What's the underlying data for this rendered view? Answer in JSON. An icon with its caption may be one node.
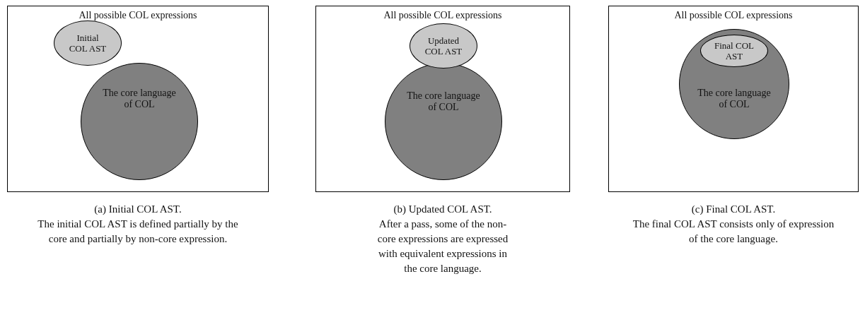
{
  "diagram": {
    "nodes": [
      {
        "text": [
          "All possible COL expressions"
        ],
        "beside": [
          "(a) Initial COL AST.",
          "The initial COL AST is defined partially by the core and partially by non-core expression."
        ]
      },
      {
        "text": [
          "The core language of COL"
        ],
        "in": 0
      },
      {
        "text": [
          "Initial COL AST"
        ],
        "in": 0
      },
      {
        "text": [
          "All possible COL expressions"
        ],
        "beside": [
          "(b) Updated COL AST.",
          "After a pass, some of the non-core expressions are expressed with equivalent expressions in the core language."
        ]
      },
      {
        "text": [
          "The core language of COL"
        ],
        "in": 3
      },
      {
        "text": [
          "Updated COL AST"
        ],
        "in": 3
      },
      {
        "text": [
          "All possible COL expressions"
        ],
        "beside": [
          "(c) Final COL AST.",
          "The final COL AST consists only of expression of the core language."
        ]
      },
      {
        "text": [
          "The core language of COL"
        ],
        "in": 6
      },
      {
        "text": [
          "Final COL AST"
        ],
        "in": 7
      }
    ]
  }
}
